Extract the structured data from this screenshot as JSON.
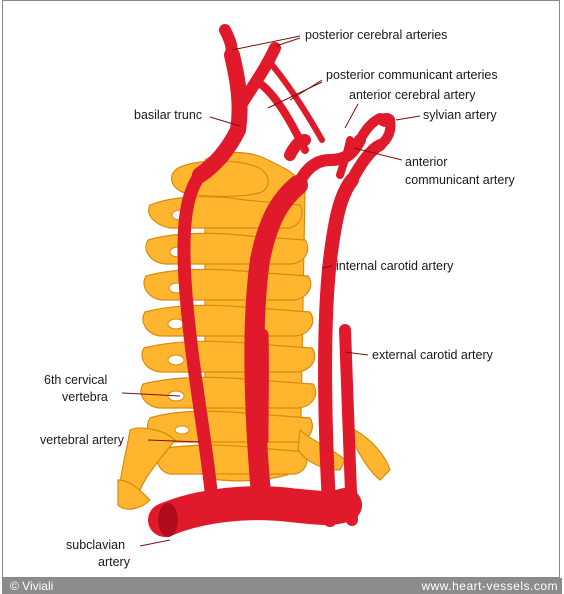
{
  "labels": {
    "posterior_cerebral_arteries": "posterior cerebral arteries",
    "posterior_communicant_arteries": "posterior communicant arteries",
    "anterior_cerebral_artery": "anterior cerebral artery",
    "basilar_trunc": "basilar trunc",
    "sylvian_artery": "sylvian artery",
    "anterior": "anterior",
    "communicant_artery": "communicant artery",
    "internal_carotid_artery": "internal carotid artery",
    "external_carotid_artery": "external carotid artery",
    "cervical_line1": "6th cervical",
    "cervical_line2": "vertebra",
    "vertebral_artery": "vertebral artery",
    "subclavian_line1": "subclavian",
    "subclavian_line2": "artery"
  },
  "footer": {
    "copyright": "© Viviali",
    "website": "www.heart-vessels.com"
  },
  "colors": {
    "artery": "#e01a2b",
    "artery_dark": "#b00d1c",
    "vertebra": "#ffb52e",
    "vertebra_outline": "#d98a10",
    "footer_bg": "#8c8c8c"
  }
}
